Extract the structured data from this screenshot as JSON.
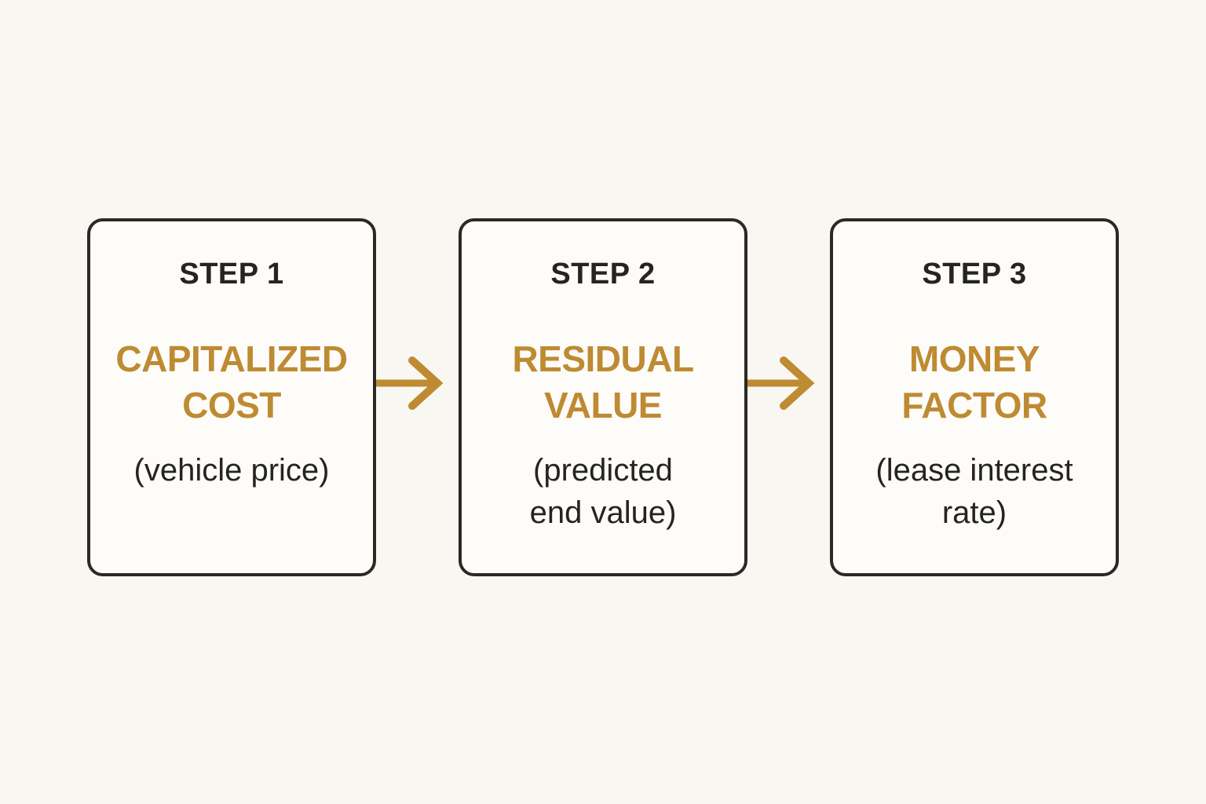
{
  "colors": {
    "gold": "#be8b32",
    "dark": "#26241f",
    "page_background": "#f9f7f2",
    "box_background": "#fdfcf9",
    "box_border": "#2b2926"
  },
  "diagram": {
    "steps": [
      {
        "label": "STEP 1",
        "title": "CAPITALIZED\nCOST",
        "subtitle": "(vehicle price)"
      },
      {
        "label": "STEP 2",
        "title": "RESIDUAL\nVALUE",
        "subtitle": "(predicted\nend value)"
      },
      {
        "label": "STEP 3",
        "title": "MONEY\nFACTOR",
        "subtitle": "(lease interest\nrate)"
      }
    ],
    "arrows": [
      {
        "name": "arrow-step1-to-step2",
        "direction": "right"
      },
      {
        "name": "arrow-step2-to-step3",
        "direction": "right"
      }
    ]
  }
}
